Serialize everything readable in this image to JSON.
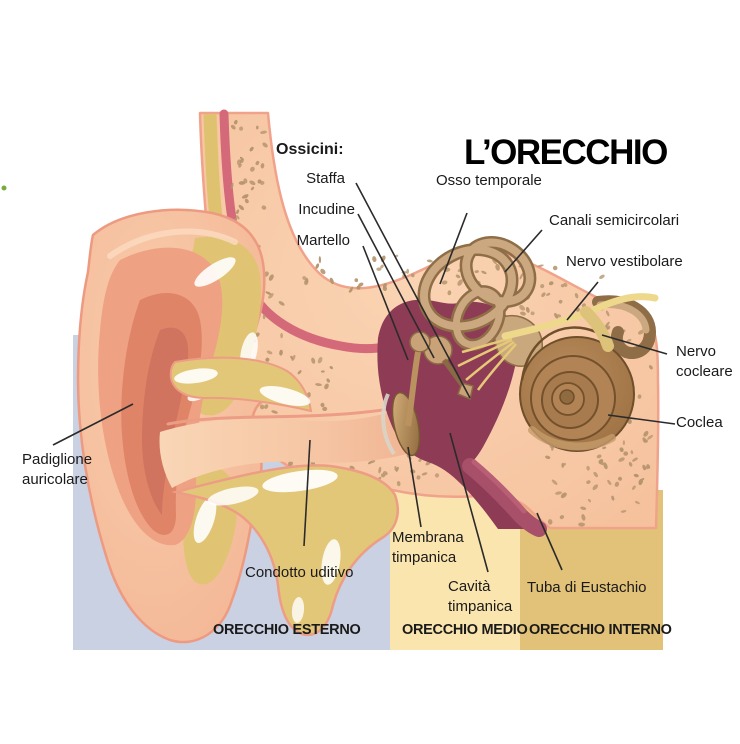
{
  "title": "L’ORECCHIO",
  "labels": {
    "ossicini_header": "Ossicini:",
    "staffa": "Staffa",
    "incudine": "Incudine",
    "martello": "Martello",
    "osso_temporale": "Osso temporale",
    "canali_semicircolari": "Canali semicircolari",
    "nervo_vestibolare": "Nervo vestibolare",
    "nervo_cocleare": "Nervo\ncocleare",
    "coclea": "Coclea",
    "padiglione_auricolare": "Padiglione\nauricolare",
    "condotto_uditivo": "Condotto uditivo",
    "membrana_timpanica": "Membrana\ntimpanica",
    "cavita_timpanica": "Cavità\ntimpanica",
    "tuba_di_eustachio": "Tuba di Eustachio"
  },
  "zones": [
    {
      "id": "esterno",
      "label": "ORECCHIO ESTERNO",
      "color": "#C9D1E3"
    },
    {
      "id": "medio",
      "label": "ORECCHIO MEDIO",
      "color": "#FBE5AF"
    },
    {
      "id": "interno",
      "label": "ORECCHIO INTERNO",
      "color": "#E2C178"
    }
  ],
  "colors": {
    "skin": "#F8CBA9",
    "skin_edge": "#EF9F87",
    "bone_speckle": "#B6956E",
    "cartilage": "#E3C778",
    "cartilage_edge": "#D8B458",
    "cavity_maroon": "#8E3B55",
    "eustachian_tube": "#A84F6A",
    "cochlea_brown": "#A87B4E",
    "nerve_yellow": "#EDD88C",
    "pinna_fold": "#EFA183",
    "leader_line": "#2b2b2b",
    "text": "#1A1A1A"
  }
}
